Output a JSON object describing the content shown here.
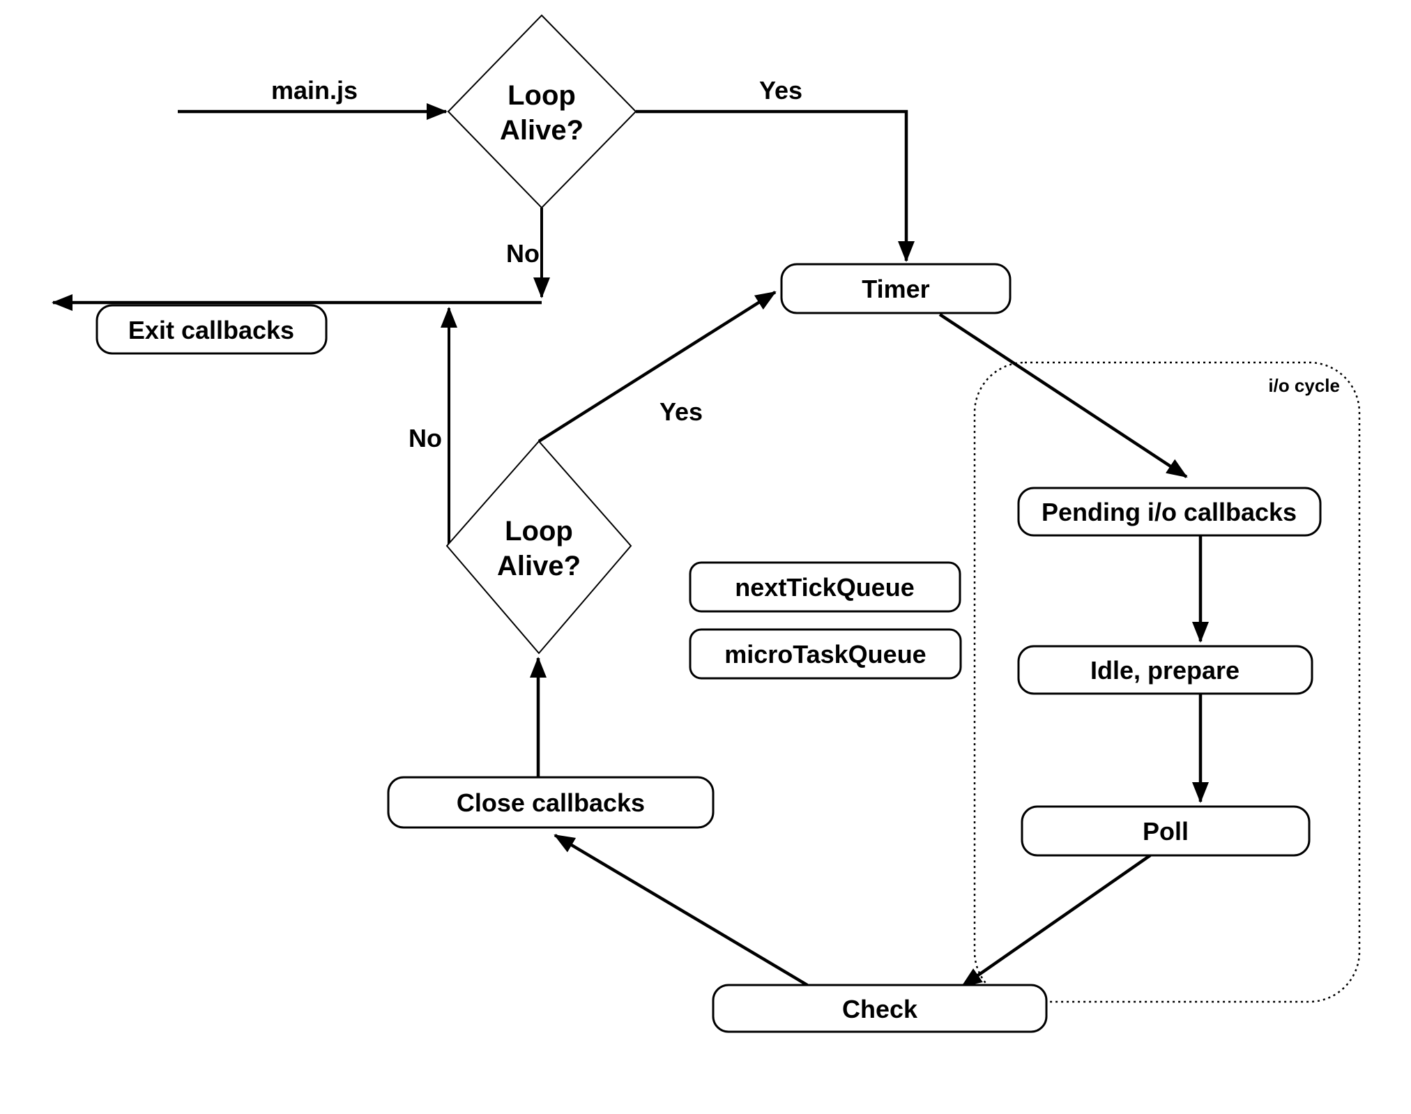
{
  "diagram": {
    "background": "#ffffff",
    "stroke_color": "#000000",
    "text_color": "#000000",
    "nodes": {
      "exit_callbacks": {
        "label": "Exit callbacks"
      },
      "timer": {
        "label": "Timer"
      },
      "next_tick_queue": {
        "label": "nextTickQueue"
      },
      "micro_task_queue": {
        "label": "microTaskQueue"
      },
      "pending_io_callbacks": {
        "label": "Pending i/o callbacks"
      },
      "idle_prepare": {
        "label": "Idle, prepare"
      },
      "poll": {
        "label": "Poll"
      },
      "check": {
        "label": "Check"
      },
      "close_callbacks": {
        "label": "Close callbacks"
      }
    },
    "decisions": {
      "loop_alive_top": {
        "line1": "Loop",
        "line2": "Alive?"
      },
      "loop_alive_bottom": {
        "line1": "Loop",
        "line2": "Alive?"
      }
    },
    "edge_labels": {
      "main_js": "main.js",
      "yes_top": "Yes",
      "no_top": "No",
      "yes_bottom": "Yes",
      "no_bottom": "No"
    },
    "groups": {
      "io_cycle": {
        "label": "i/o cycle"
      }
    }
  }
}
